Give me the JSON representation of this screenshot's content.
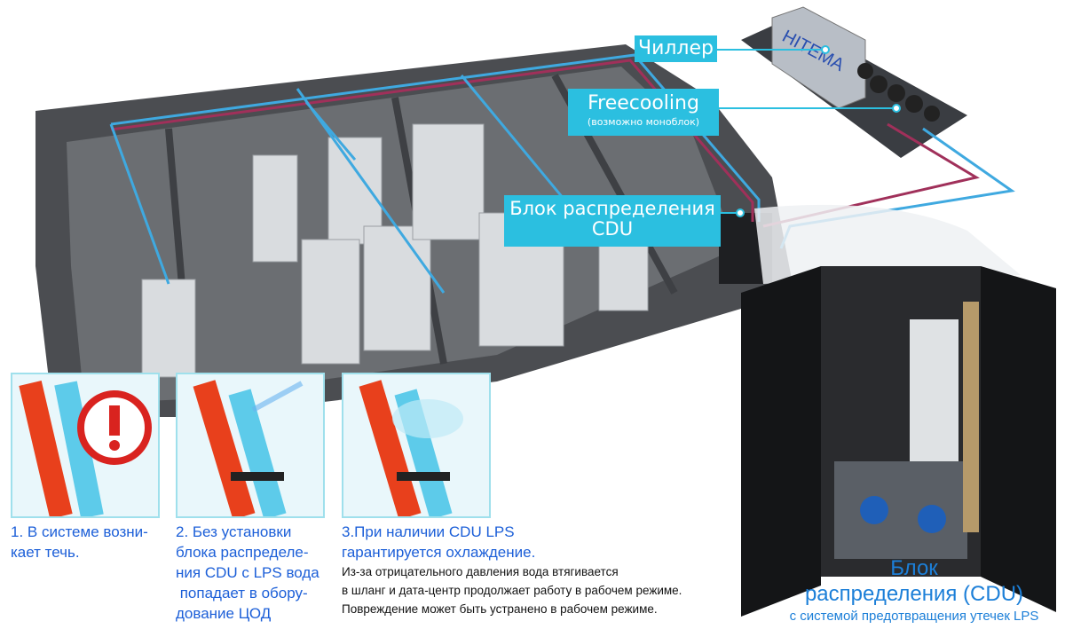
{
  "labels": {
    "chiller": "Чиллер",
    "freecooling": "Freecooling",
    "freecooling_sub": "(возможно моноблок)",
    "cdu_line1": "Блок распределения",
    "cdu_line2": "CDU",
    "chiller_brand": "HITEMA"
  },
  "steps": [
    {
      "lines": [
        "1. В системе возни-",
        "кает течь."
      ]
    },
    {
      "lines": [
        "2. Без установки",
        "блока распределе-",
        "ния CDU с LPS вода",
        " попадает в обору-",
        "дование ЦОД"
      ]
    },
    {
      "lines": [
        "3.При наличии CDU LPS",
        "гарантируется охлаждение."
      ]
    }
  ],
  "note": [
    "Из-за отрицательного давления вода втягивается",
    "в шланг и дата-центр продолжает работу в рабочем режиме.",
    "Повреждение может быть устранено в рабочем режиме."
  ],
  "cdu_caption": {
    "line1": "Блок",
    "line2": "распределения (CDU)",
    "line3": "с системой предотвращения утечек LPS"
  },
  "colors": {
    "accent": "#2bbfe0",
    "caption_blue": "#1c5fd8",
    "pipe_cold": "#3fa9e0",
    "pipe_hot": "#a0305a"
  }
}
